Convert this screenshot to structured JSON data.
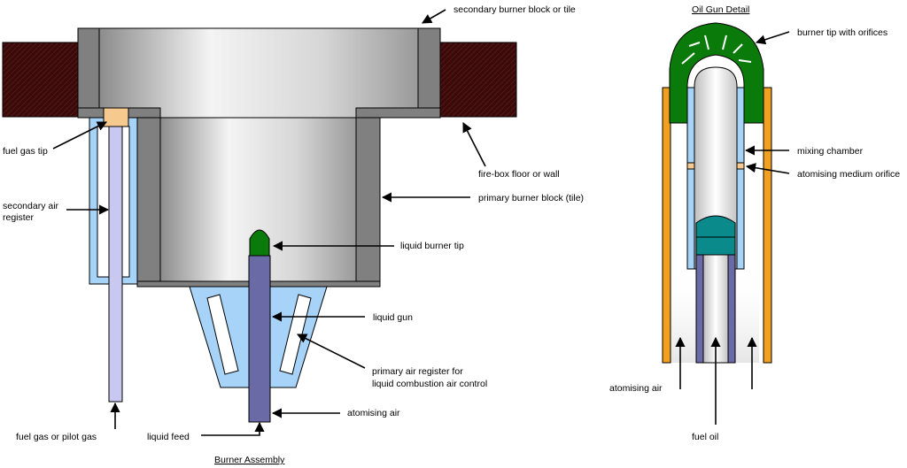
{
  "titles": {
    "assembly": "Burner Assembly",
    "oil_gun": "Oil Gun Detail"
  },
  "labels": {
    "secondary_block": "secondary burner block or tile",
    "fuel_gas_tip": "fuel gas tip",
    "firebox": "fire-box floor or wall",
    "secondary_air_1": "secondary air",
    "secondary_air_2": "register",
    "primary_block": "primary burner block (tile)",
    "liquid_tip": "liquid burner tip",
    "liquid_gun": "liquid gun",
    "primary_register_1": "primary air register for",
    "primary_register_2": "liquid combustion air control",
    "atomising_air_left": "atomising air",
    "fuel_gas_pilot": "fuel gas or pilot gas",
    "liquid_feed": "liquid feed",
    "burner_tip_orifices": "burner tip with orifices",
    "mixing_chamber": "mixing chamber",
    "atomising_orifice": "atomising medium orifice",
    "atomising_air_right": "atomising air",
    "fuel_oil": "fuel oil"
  },
  "colors": {
    "brick": "#3a0a0a",
    "block_grey": "#808080",
    "light_blue": "#a6d3f7",
    "lavender": "#c8c8f0",
    "gun_purple": "#6a6aa6",
    "tip_green": "#0a7a0a",
    "teal": "#0a8a8a",
    "orange": "#f2a020",
    "peach": "#f6c98f"
  }
}
